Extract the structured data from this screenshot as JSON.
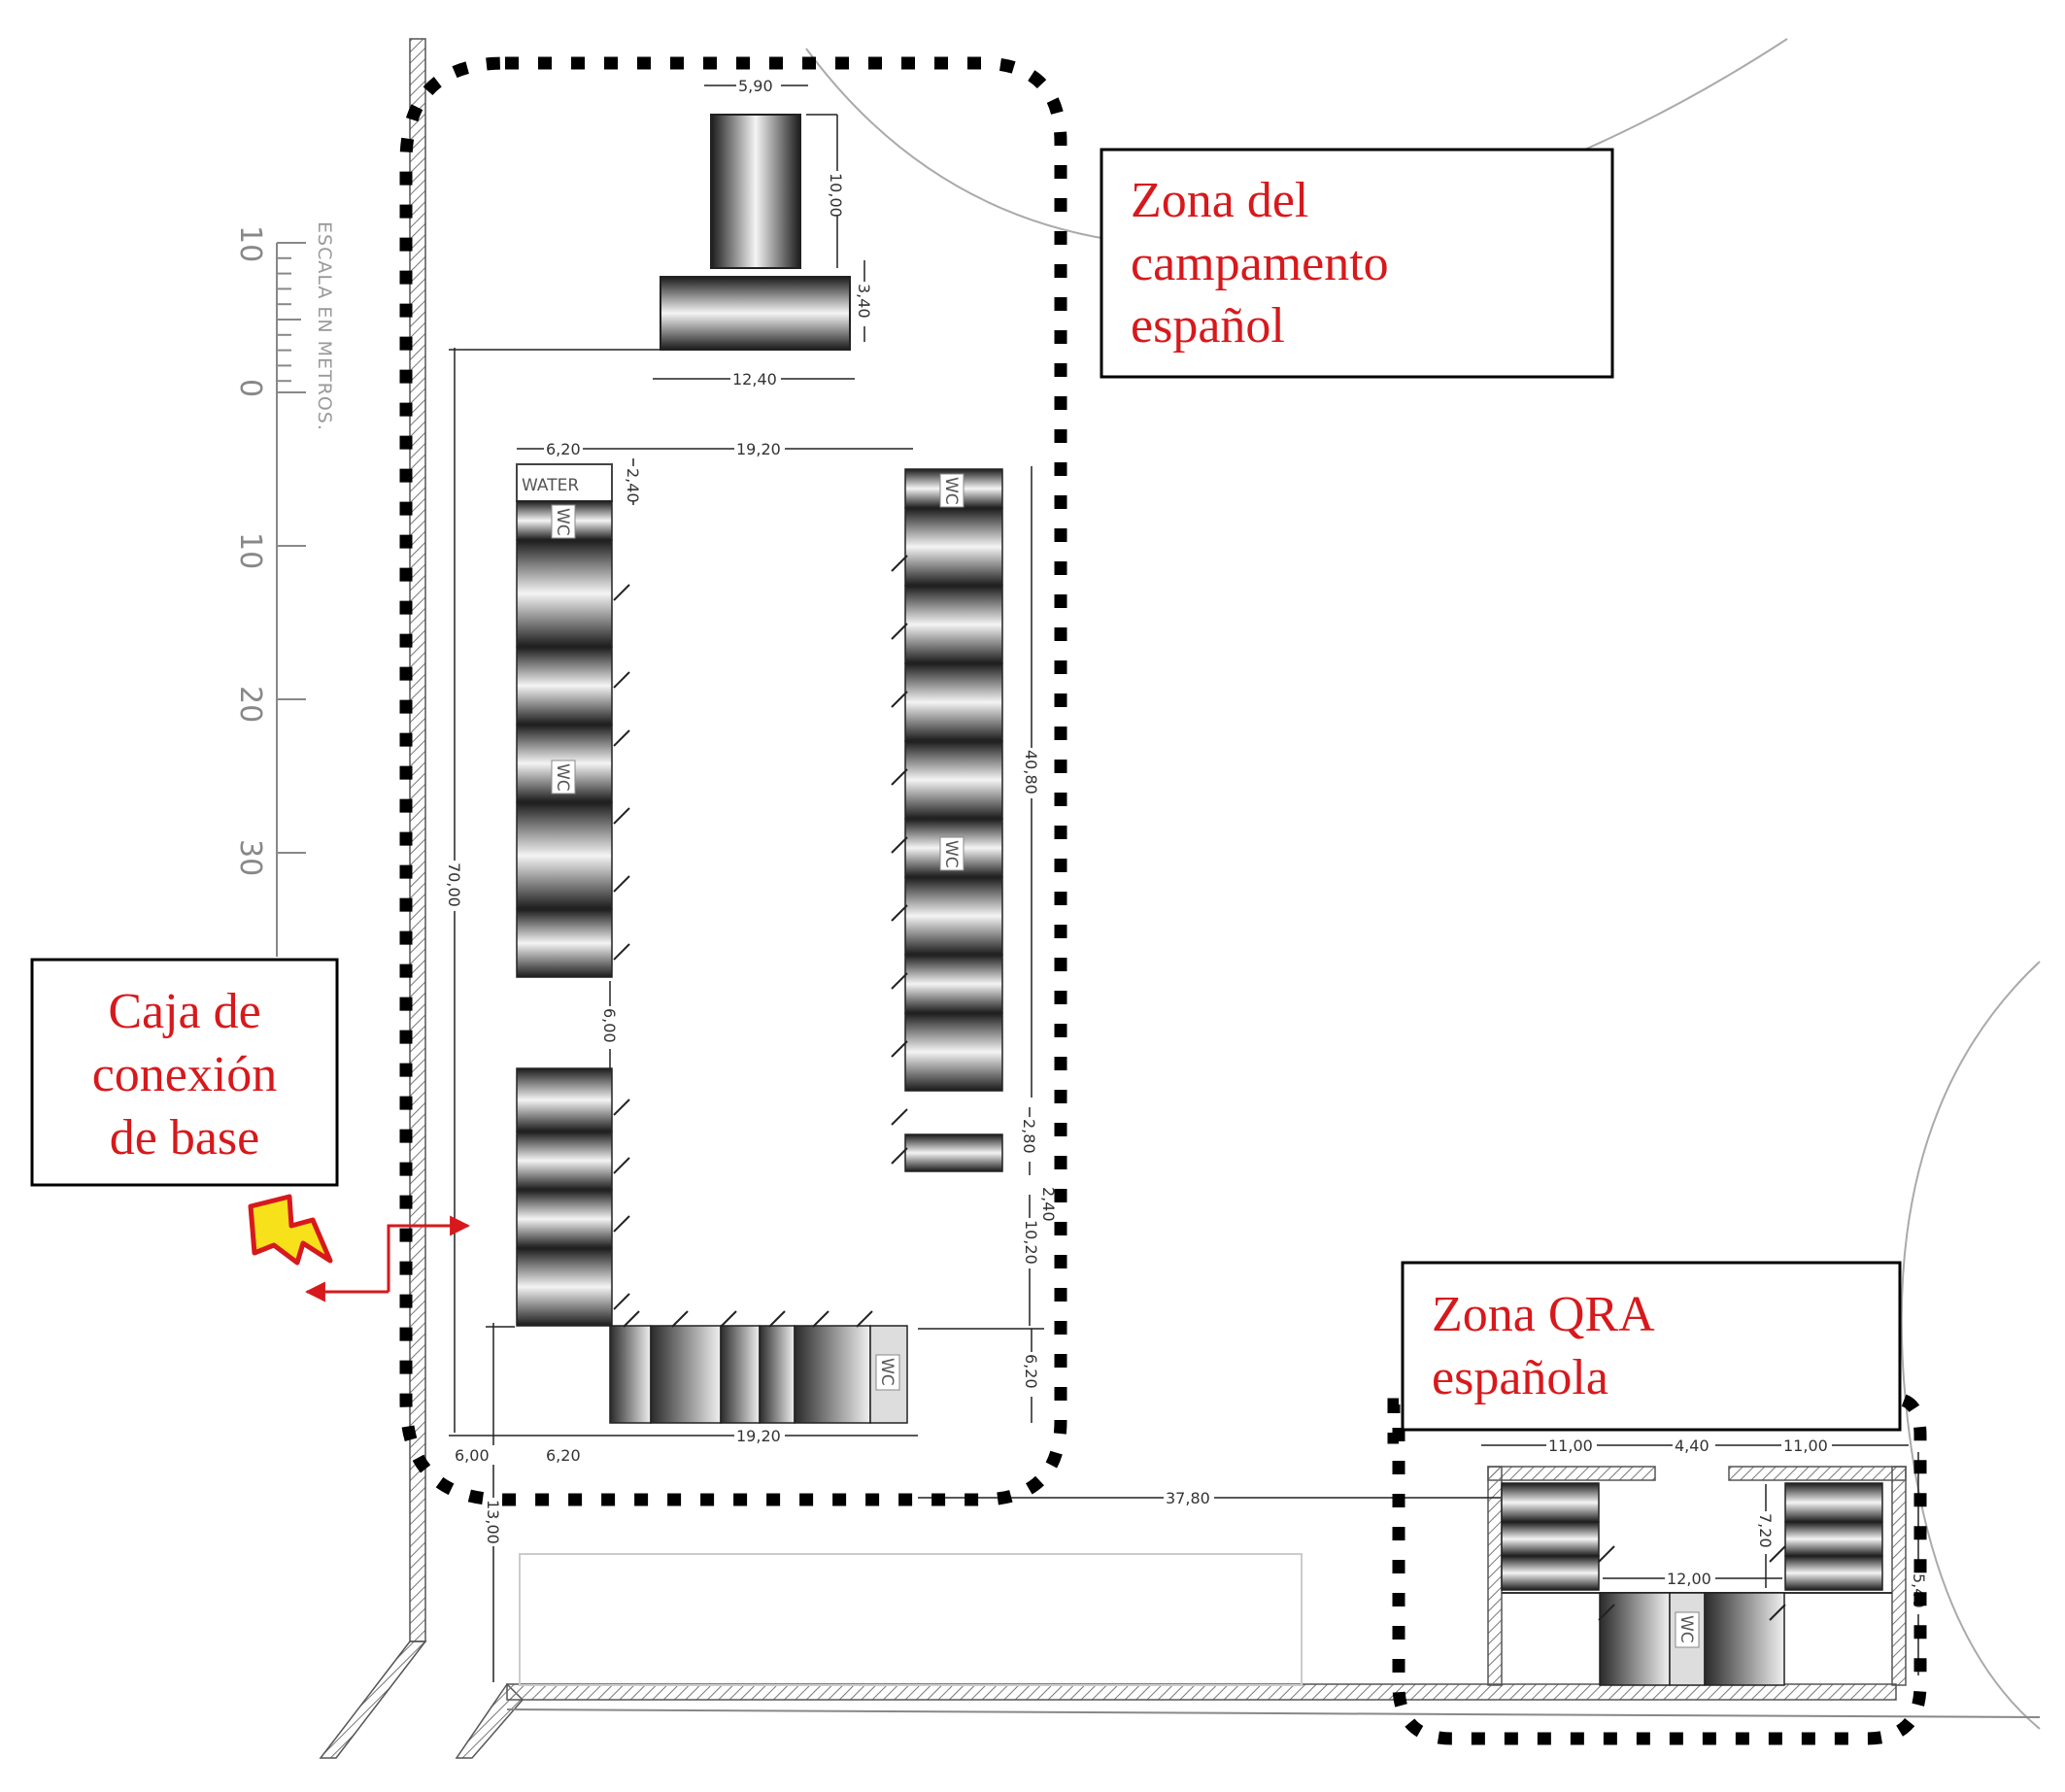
{
  "callouts": {
    "spanish_camp": [
      "Zona del",
      "campamento",
      "español"
    ],
    "qra_zone": [
      "Zona QRA",
      "española"
    ],
    "connection_box": [
      "Caja de",
      "conexión",
      "de base"
    ]
  },
  "scale": {
    "label": "ESCALA EN METROS.",
    "ticks": [
      "10",
      "0",
      "10",
      "20",
      "30"
    ]
  },
  "tags": {
    "water": "WATER",
    "wc": "WC"
  },
  "dimensions": {
    "top_w": "5,90",
    "top_h": "10,00",
    "top2_h": "3,40",
    "top2_w": "12,40",
    "left_w": "6,20",
    "gap_w": "19,20",
    "water_h": "2,40",
    "right_h": "40,80",
    "total_h": "70,00",
    "mid_gap": "6,00",
    "small_h1": "2,80",
    "small_h2": "2,40",
    "right_low": "10,20",
    "bottom_h": "6,20",
    "bot_a": "6,00",
    "bot_b": "6,20",
    "bot_c": "19,20",
    "dist_qra": "37,80",
    "left_lower": "13,00",
    "qra_a": "11,00",
    "qra_b": "4,40",
    "qra_c": "11,00",
    "qra_h": "7,20",
    "qra_w": "12,00",
    "qra_side": "5,40"
  },
  "colors": {
    "callout_red": "#d7191c",
    "bolt_yellow": "#f7e11a"
  }
}
